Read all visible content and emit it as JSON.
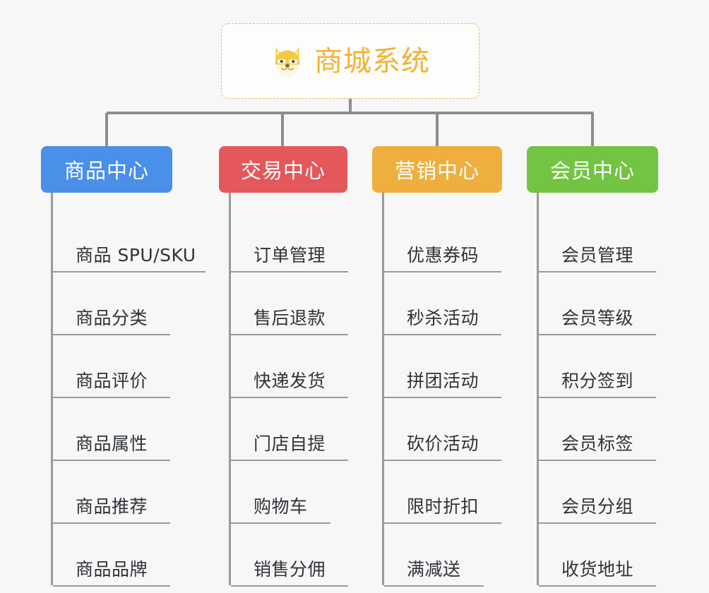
{
  "diagram": {
    "type": "org-chart",
    "background_color": "#f7f7f7",
    "root": {
      "label": "商城系统",
      "icon": "shiba-dog-icon",
      "text_color": "#f3b233",
      "border_color": "#e8b85a",
      "border_style": "dashed"
    },
    "categories": [
      {
        "label": "商品中心",
        "color": "#4a8fe8",
        "items": [
          "商品 SPU/SKU",
          "商品分类",
          "商品评价",
          "商品属性",
          "商品推荐",
          "商品品牌"
        ]
      },
      {
        "label": "交易中心",
        "color": "#e4575b",
        "items": [
          "订单管理",
          "售后退款",
          "快递发货",
          "门店自提",
          "购物车",
          "销售分佣"
        ]
      },
      {
        "label": "营销中心",
        "color": "#eeaf3f",
        "items": [
          "优惠券码",
          "秒杀活动",
          "拼团活动",
          "砍价活动",
          "限时折扣",
          "满减送"
        ]
      },
      {
        "label": "会员中心",
        "color": "#72c442",
        "items": [
          "会员管理",
          "会员等级",
          "积分签到",
          "会员标签",
          "会员分组",
          "收货地址"
        ]
      }
    ],
    "connector_color": "#8d8d8d"
  }
}
